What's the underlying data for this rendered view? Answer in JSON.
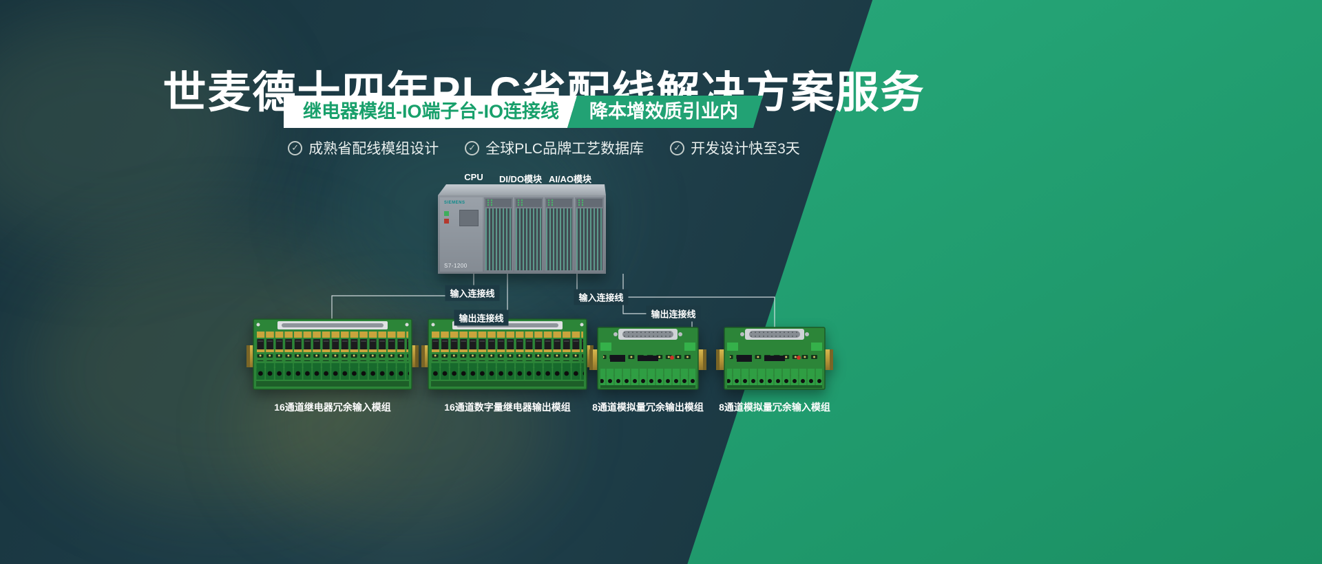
{
  "page": {
    "title": "世麦德十四年PLC省配线解决方案服务"
  },
  "ribbons": {
    "left": "继电器模组-IO端子台-IO连接线",
    "right": "降本增效质引业内"
  },
  "features": [
    {
      "icon": "check-circle",
      "label": "成熟省配线模组设计"
    },
    {
      "icon": "check-circle",
      "label": "全球PLC品牌工艺数据库"
    },
    {
      "icon": "check-circle",
      "label": "开发设计快至3天"
    }
  ],
  "plc": {
    "labels": {
      "cpu": "CPU",
      "dido": "DI/DO模块",
      "aiao": "AI/AO模块"
    },
    "brand": "SIEMENS",
    "model": "S7-1200"
  },
  "connections": [
    {
      "id": "input-left",
      "label": "输入连接线"
    },
    {
      "id": "output-left",
      "label": "输出连接线"
    },
    {
      "id": "input-right",
      "label": "输入连接线"
    },
    {
      "id": "output-right",
      "label": "输出连接线"
    }
  ],
  "modules": [
    {
      "caption": "16通道继电器冗余输入模组"
    },
    {
      "caption": "16通道数字量继电器输出模组"
    },
    {
      "caption": "8通道模拟量冗余输出模组"
    },
    {
      "caption": "8通道模拟量冗余输入模组"
    }
  ],
  "colors": {
    "background": "#1c3944",
    "accent_green": "#22a274",
    "pcb_green": "#2c8538",
    "rail_yellow": "#c2a040"
  }
}
